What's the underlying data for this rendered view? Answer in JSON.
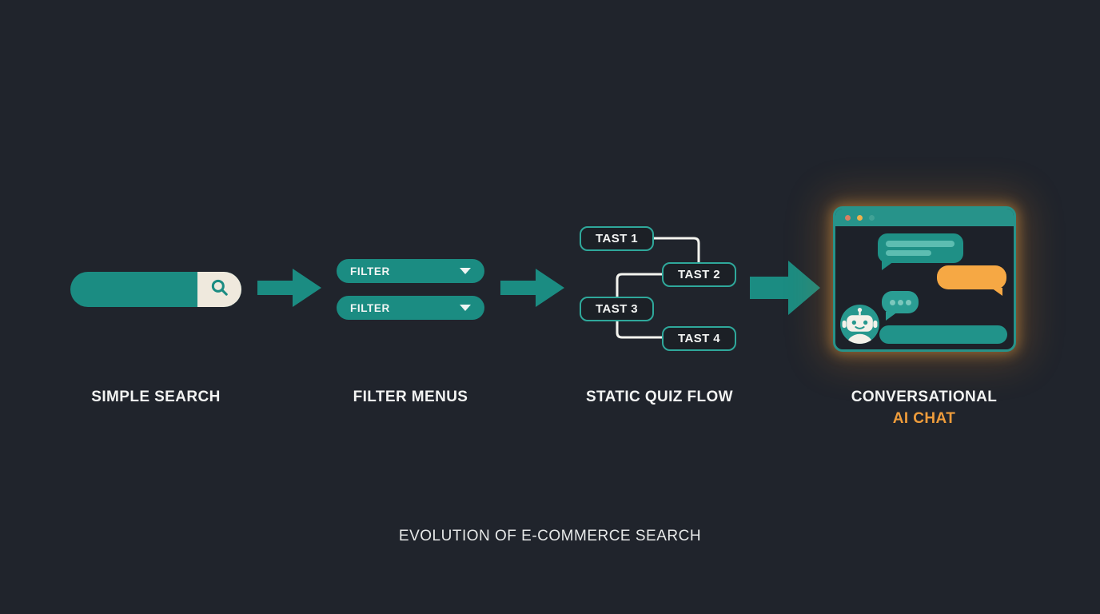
{
  "title": "Evolution of e-commerce search diagram",
  "caption": "EVOLUTION OF E-COMMERCE SEARCH",
  "colors": {
    "bg": "#20242c",
    "teal": "#1b8c82",
    "cream": "#efe9dd",
    "orange": "#f6a844",
    "quizBorder": "#2fa89b",
    "windowTeal": "#27938a",
    "bubbleTeal": "#1f9086",
    "typingTeal": "#2a9d93",
    "avatarTeal": "#27988e",
    "labelOrange": "#ee9c3b",
    "connectorWhite": "#f4f4ef",
    "dotRed": "#d97f63",
    "dotYellow": "#eeb04c",
    "dotTeal": "#41a296"
  },
  "stages": [
    {
      "id": "simple-search",
      "label": "SIMPLE SEARCH",
      "icon": "search-icon"
    },
    {
      "id": "filter-menus",
      "label": "FILTER MENUS",
      "filters": [
        {
          "label": "FILTER",
          "icon": "chevron-down-icon"
        },
        {
          "label": "FILTER",
          "icon": "chevron-down-icon"
        }
      ]
    },
    {
      "id": "static-quiz-flow",
      "label": "STATIC QUIZ FLOW",
      "nodes": [
        "TAST 1",
        "TAST 2",
        "TAST 3",
        "TAST 4"
      ]
    },
    {
      "id": "conversational-ai-chat",
      "label_line1": "CONVERSATIONAL",
      "label_line2": "AI CHAT",
      "window": {
        "controls": [
          "window-dot-red",
          "window-dot-yellow",
          "window-dot-teal"
        ],
        "elements": [
          "bot-message-bubble",
          "user-message-bubble",
          "typing-indicator-bubble",
          "robot-avatar",
          "message-input-pill"
        ]
      }
    }
  ],
  "connectors": [
    "arrow-right",
    "arrow-right",
    "arrow-right"
  ]
}
